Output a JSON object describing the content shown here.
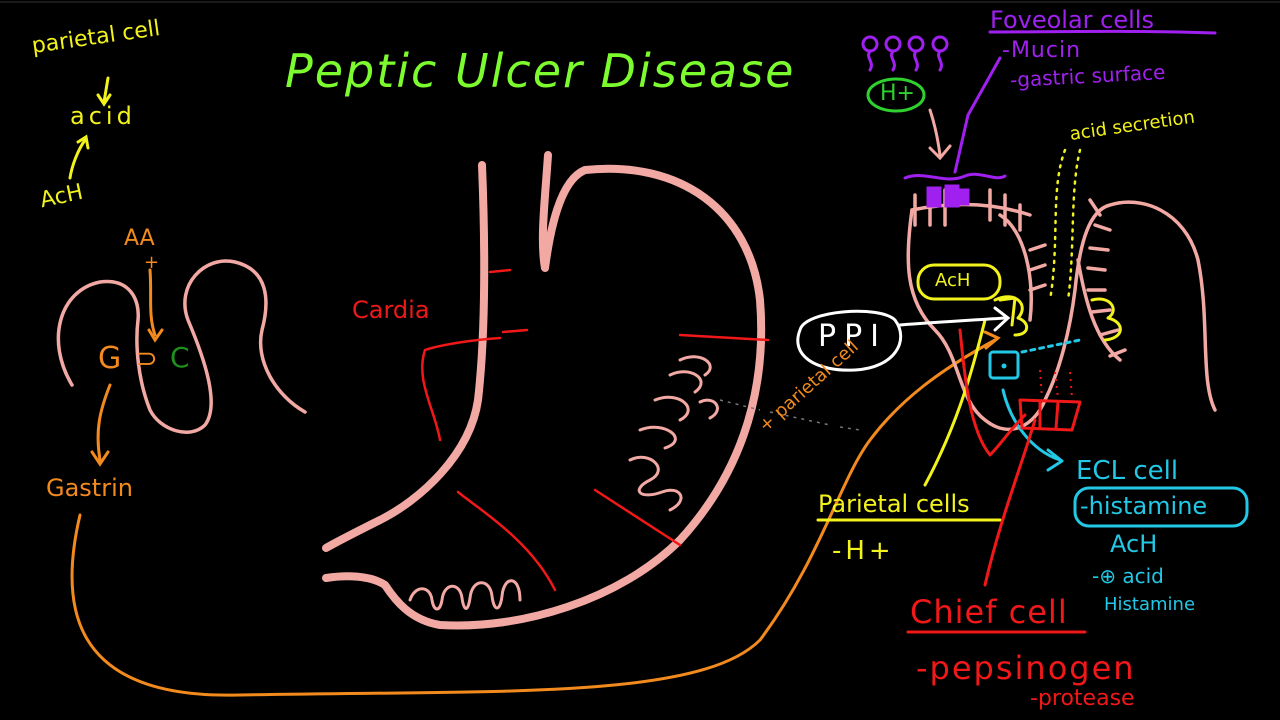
{
  "colors": {
    "background": "#000000",
    "title": "#7CFC2E",
    "yellow": "#F2F21C",
    "orange": "#F28A1E",
    "pink": "#F2A9A4",
    "red": "#F01818",
    "purple": "#A020F0",
    "cyan": "#22C8E6",
    "green": "#2FD12F",
    "white": "#FFFFFF",
    "dark_green": "#1F8F1F"
  },
  "title": "Peptic Ulcer Disease",
  "left": {
    "parietal_cell": "parietal cell",
    "acid": "acid",
    "ach": "AcH",
    "aa": "AA",
    "plus": "+",
    "g_letter": "G",
    "arrow_glyph": "⊃",
    "c_letter": "C",
    "gastrin": "Gastrin"
  },
  "stomach": {
    "cardia": "Cardia"
  },
  "center": {
    "ppi": "PPI",
    "plus_parietal_cell": "+ parietal cell"
  },
  "foveolar": {
    "title": "Foveolar cells",
    "mucin": "-Mucin",
    "gastric_surface": "-gastric surface",
    "h_plus": "H+",
    "acid_secretion": "acid secretion"
  },
  "gland": {
    "ach_label": "AcH"
  },
  "parietal_cells": {
    "title": "Parietal cells",
    "h_plus": "-H+"
  },
  "ecl": {
    "title": "ECL cell",
    "histamine": "-histamine",
    "ach": "AcH",
    "plus_acid": "-⊕ acid",
    "histamine2": "Histamine"
  },
  "chief": {
    "title": "Chief cell",
    "pepsinogen": "-pepsinogen",
    "protease": "-protease"
  }
}
